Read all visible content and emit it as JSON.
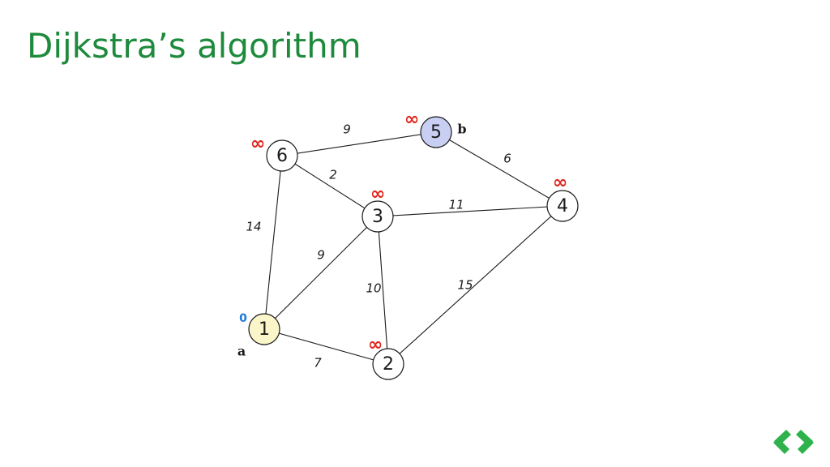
{
  "title": "Dijkstra’s algorithm",
  "colors": {
    "title": "#1e8a3c",
    "node_default": "#ffffff",
    "node_source": "#fbf6c9",
    "node_target": "#c9cff2",
    "dist_inf": "#e0241b",
    "dist_zero": "#1e78d8",
    "nav": "#2fb24c"
  },
  "graph": {
    "nodes": [
      {
        "id": "1",
        "label": "1",
        "dist": "0",
        "tag": "a",
        "fill": "source"
      },
      {
        "id": "2",
        "label": "2",
        "dist": "∞",
        "tag": "",
        "fill": "default"
      },
      {
        "id": "3",
        "label": "3",
        "dist": "∞",
        "tag": "",
        "fill": "default"
      },
      {
        "id": "4",
        "label": "4",
        "dist": "∞",
        "tag": "",
        "fill": "default"
      },
      {
        "id": "5",
        "label": "5",
        "dist": "∞",
        "tag": "b",
        "fill": "target"
      },
      {
        "id": "6",
        "label": "6",
        "dist": "∞",
        "tag": "",
        "fill": "default"
      }
    ],
    "edges": [
      {
        "from": "1",
        "to": "2",
        "weight": "7"
      },
      {
        "from": "1",
        "to": "3",
        "weight": "9"
      },
      {
        "from": "1",
        "to": "6",
        "weight": "14"
      },
      {
        "from": "2",
        "to": "3",
        "weight": "10"
      },
      {
        "from": "2",
        "to": "4",
        "weight": "15"
      },
      {
        "from": "3",
        "to": "4",
        "weight": "11"
      },
      {
        "from": "3",
        "to": "6",
        "weight": "2"
      },
      {
        "from": "4",
        "to": "5",
        "weight": "6"
      },
      {
        "from": "5",
        "to": "6",
        "weight": "9"
      }
    ]
  },
  "nav": {
    "prev_icon": "chevron-left-icon",
    "next_icon": "chevron-right-icon"
  }
}
